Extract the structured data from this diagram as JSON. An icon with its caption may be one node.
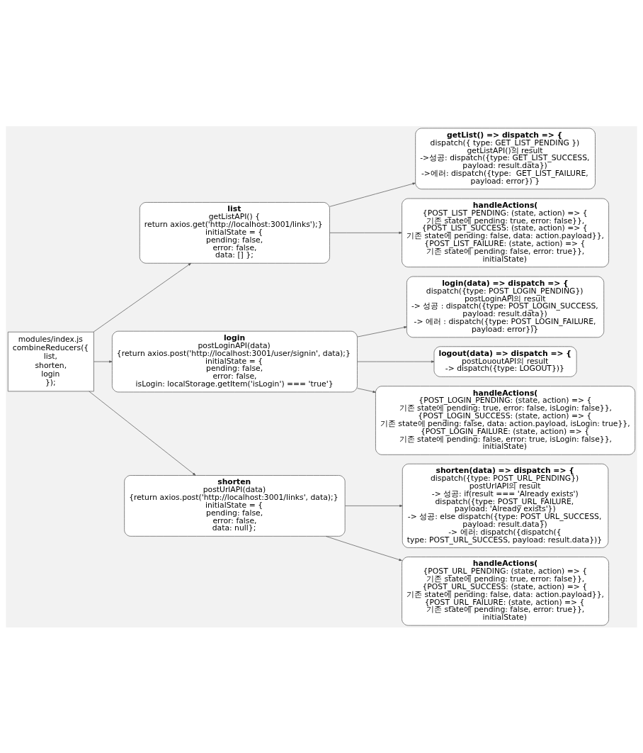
{
  "diagram": {
    "nodes": [
      {
        "text": [
          "modules/index.js",
          "combineReducers({",
          "list,",
          "shorten,",
          "login",
          "});"
        ]
      },
      {
        "text": [
          "list",
          "getListAPI() {",
          "return axios.get('http://localhost:3001/links');}",
          "initialState = {",
          "pending: false,",
          "error: false,",
          "data: [] };"
        ]
      },
      {
        "text": [
          "login",
          "postLoginAPI(data)",
          "{return axios.post('http://localhost:3001/user/signin', data);}",
          "initialState = {",
          "pending: false,",
          "error: false,",
          "isLogin: localStorage.getItem('isLogin') === 'true'}"
        ]
      },
      {
        "text": [
          "shorten",
          "postUrlAPI(data)",
          "{return axios.post('http://localhost:3001/links', data);}",
          "initialState = {",
          "pending: false,",
          "error: false,",
          "data: null};"
        ]
      },
      {
        "text": [
          "getList() => dispatch => {",
          "dispatch({ type: GET_LIST_PENDING })",
          "getListAPI()의 result",
          "->성공: dispatch({type: GET_LIST_SUCCESS,",
          "payload: result.data})",
          "->에러: dispatch({type:  GET_LIST_FAILURE,",
          "payload: error}) }"
        ]
      },
      {
        "text": [
          "handleActions(",
          "{POST_LIST_PENDING: (state, action) => {",
          "기존 state에 pending: true, error: false}},",
          "{POST_LIST_SUCCESS: (state, action) => {",
          "기존 state에 pending: false, data: action.payload}},",
          "{POST_LIST_FAILURE: (state, action) => {",
          "기존 state에 pending: false, error: true}},",
          "initialState)"
        ]
      },
      {
        "text": [
          "login(data) => dispatch => {",
          "dispatch({type: POST_LOGIN_PENDING})",
          "postLoginAPI의 result",
          "-> 성공 : dispatch({type: POST_LOGIN_SUCCESS,",
          "payload: result.data})",
          "-> 에러 : dispatch({type: POST_LOGIN_FAILURE,",
          "payload: error})}"
        ]
      },
      {
        "text": [
          "logout(data) => dispatch => {",
          "postLououtAPI의 result",
          "-> dispatch({type: LOGOUT})}"
        ]
      },
      {
        "text": [
          "handleActions(",
          "{POST_LOGIN_PENDING: (state, action) => {",
          "기존 state에 pending: true, error: false, isLogin: false}},",
          "{POST_LOGIN_SUCCESS: (state, action) => {",
          "기존 state에 pending: false, data: action.payload, isLogin: true}},",
          "{POST_LOGIN_FAILURE: (state, action) => {",
          "기존 state에 pending: false, error: true, isLogin: false}},",
          "initialState)"
        ]
      },
      {
        "text": [
          "shorten(data) => dispatch => {",
          "dispatch({type: POST_URL_PENDING})",
          "postUrlAPI의 result",
          "-> 성공: if(result === 'Already exists')",
          "dispatch({type: POST_URL_FAILURE,",
          "payload: 'Already exists'})",
          "-> 성공: else dispatch({type: POST_URL_SUCCESS,",
          "payload: result.data})",
          "-> 에러: dispatch({dispatch({",
          "type: POST_URL_SUCCESS, payload: result.data})}"
        ]
      },
      {
        "text": [
          "handleActions(",
          "{POST_URL_PENDING: (state, action) => {",
          "기존 state에 pending: true, error: false}},",
          "{POST_URL_SUCCESS: (state, action) => {",
          "기존 state에 pending: false, data: action.payload}},",
          "{POST_URL_FAILURE: (state, action) => {",
          "기존 state에 pending: false, error: true}},",
          "initialState)"
        ]
      }
    ],
    "edges": [
      {
        "from": 0,
        "to": 1,
        "arrow": "to"
      },
      {
        "from": 0,
        "to": 2,
        "arrow": "to"
      },
      {
        "from": 0,
        "to": 3,
        "arrow": "to"
      },
      {
        "from": 1,
        "to": 4,
        "arrow": "to"
      },
      {
        "from": 1,
        "to": 5,
        "arrow": "to"
      },
      {
        "from": 2,
        "to": 6,
        "arrow": "to"
      },
      {
        "from": 2,
        "to": 7,
        "arrow": "to"
      },
      {
        "from": 2,
        "to": 8,
        "arrow": "to"
      },
      {
        "from": 3,
        "to": 9,
        "arrow": "to"
      },
      {
        "from": 3,
        "to": 10,
        "arrow": "to"
      }
    ]
  }
}
